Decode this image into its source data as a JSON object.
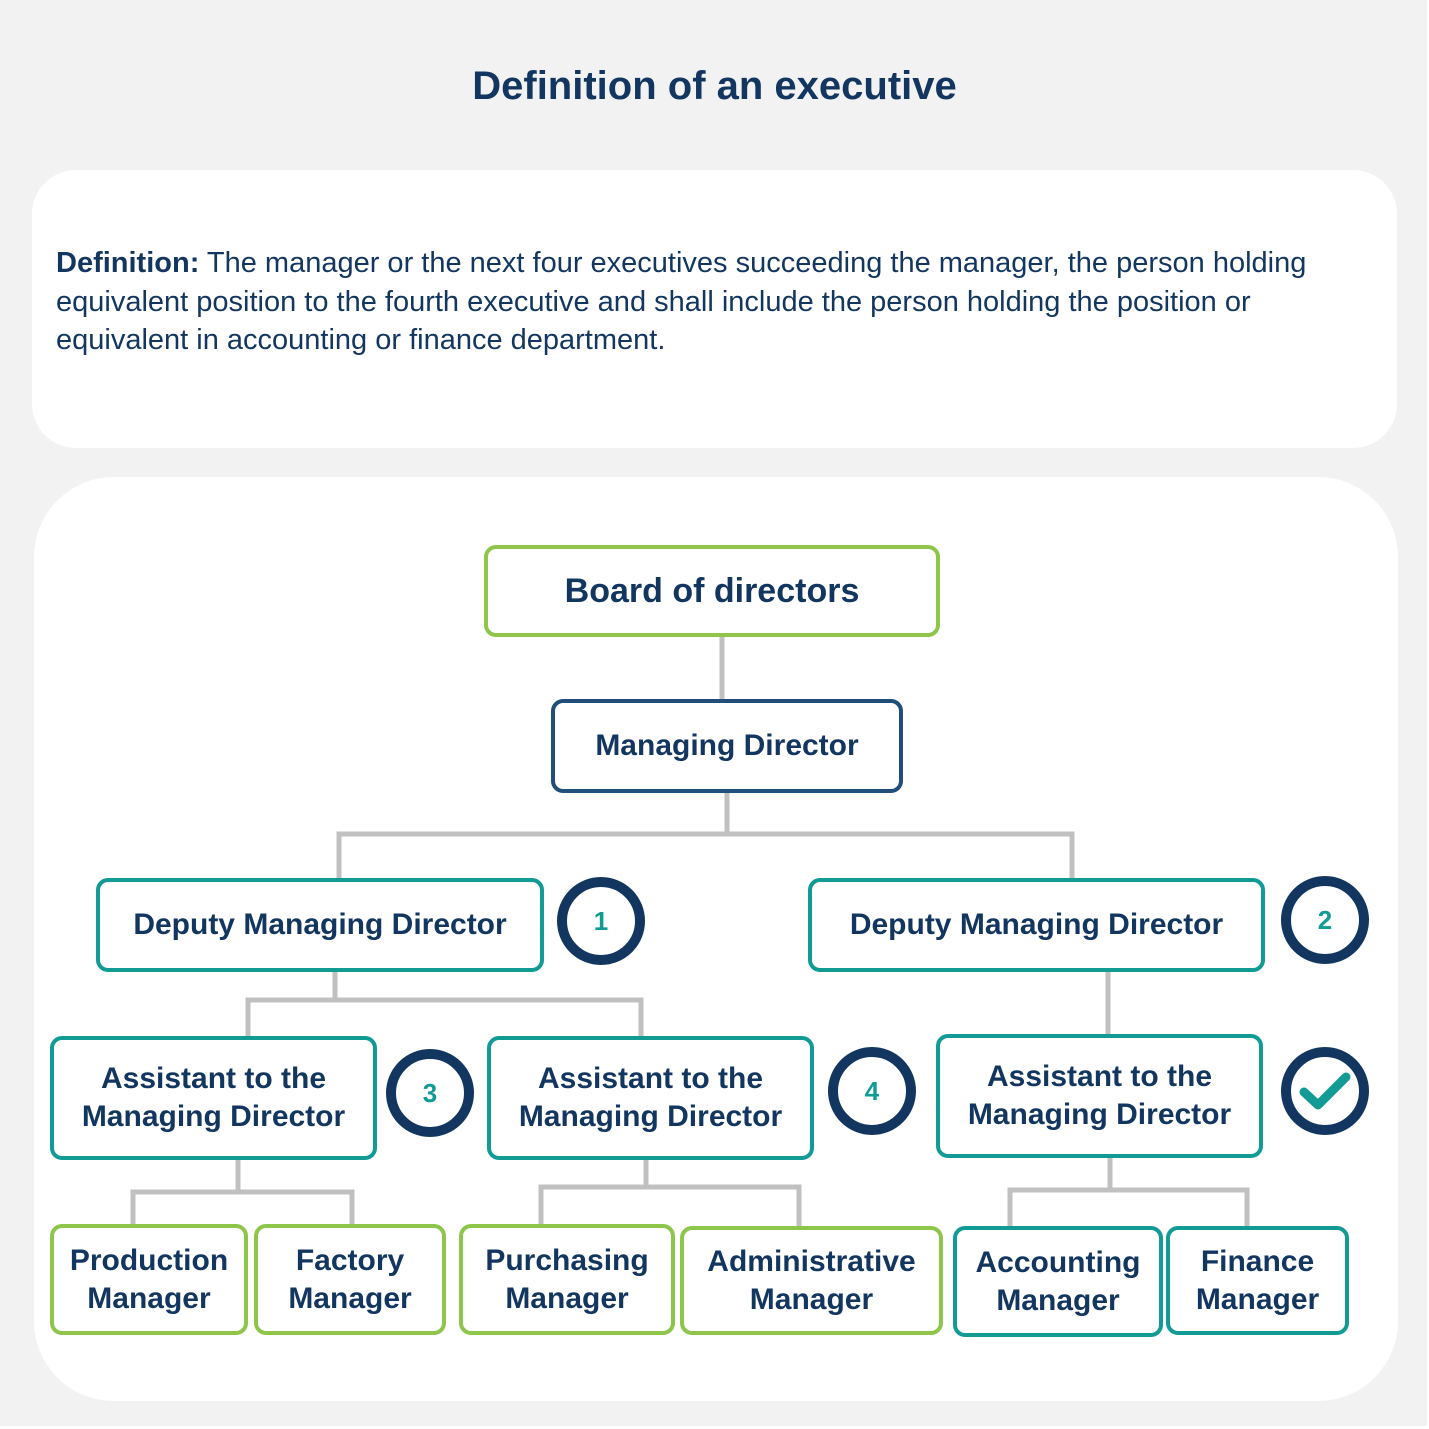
{
  "title": "Definition of an executive",
  "definition": {
    "label": "Definition:",
    "text": " The manager or the next four executives succeeding the manager, the person holding equivalent position to the fourth executive and shall include the person holding the position or equivalent in accounting or finance department."
  },
  "chart": {
    "board": "Board of directors",
    "managing_director": "Managing Director",
    "deputy_left": {
      "label": "Deputy Managing Director",
      "badge": "1"
    },
    "deputy_right": {
      "label": "Deputy Managing Director",
      "badge": "2"
    },
    "assistant_left": {
      "line1": "Assistant to the",
      "line2": "Managing Director",
      "badge": "3"
    },
    "assistant_mid": {
      "line1": "Assistant to the",
      "line2": "Managing Director",
      "badge": "4"
    },
    "assistant_right": {
      "line1": "Assistant to the",
      "line2": "Managing Director",
      "badge_icon": "checkmark-icon"
    },
    "managers": [
      {
        "line1": "Production",
        "line2": "Manager"
      },
      {
        "line1": "Factory",
        "line2": "Manager"
      },
      {
        "line1": "Purchasing",
        "line2": "Manager"
      },
      {
        "line1": "Administrative",
        "line2": "Manager"
      },
      {
        "line1": "Accounting",
        "line2": "Manager"
      },
      {
        "line1": "Finance",
        "line2": "Manager"
      }
    ]
  },
  "colors": {
    "navy": "#12365f",
    "teal": "#129b95",
    "green": "#8dc64b",
    "connector": "#c0c0c0",
    "background": "#f2f2f2"
  }
}
